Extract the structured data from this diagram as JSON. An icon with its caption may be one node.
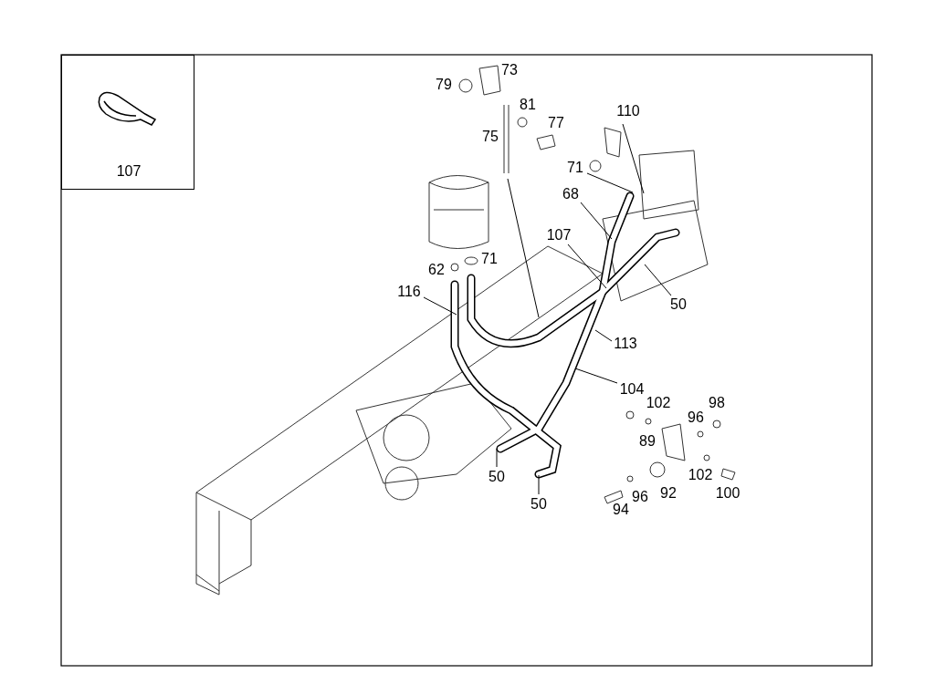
{
  "diagram": {
    "nodes": [
      {
        "text": [
          "107"
        ]
      },
      {
        "text": [
          "110"
        ]
      },
      {
        "text": [
          "71"
        ]
      },
      {
        "text": [
          "68"
        ]
      },
      {
        "text": [
          "75"
        ]
      },
      {
        "text": [
          "107"
        ]
      },
      {
        "text": [
          "50"
        ]
      },
      {
        "text": [
          "116"
        ]
      },
      {
        "text": [
          "113"
        ]
      },
      {
        "text": [
          "104"
        ]
      },
      {
        "text": [
          "50"
        ]
      },
      {
        "text": [
          "50"
        ]
      }
    ],
    "edges": [
      {
        "from": 1,
        "to": null,
        "arrow": "none"
      },
      {
        "from": 2,
        "to": null,
        "arrow": "none"
      },
      {
        "from": 3,
        "to": null,
        "arrow": "none"
      },
      {
        "from": 4,
        "to": null,
        "arrow": "none"
      },
      {
        "from": 5,
        "to": null,
        "arrow": "none"
      },
      {
        "from": 6,
        "to": null,
        "arrow": "none"
      },
      {
        "from": 7,
        "to": null,
        "arrow": "none"
      },
      {
        "from": 8,
        "to": null,
        "arrow": "none"
      },
      {
        "from": 9,
        "to": null,
        "arrow": "none"
      },
      {
        "from": 10,
        "to": null,
        "arrow": "none"
      },
      {
        "from": 11,
        "to": null,
        "arrow": "none"
      }
    ],
    "labels": [
      "79",
      "73",
      "81",
      "77",
      "62",
      "71",
      "102",
      "98",
      "96",
      "89",
      "102",
      "92",
      "96",
      "94",
      "100"
    ]
  }
}
